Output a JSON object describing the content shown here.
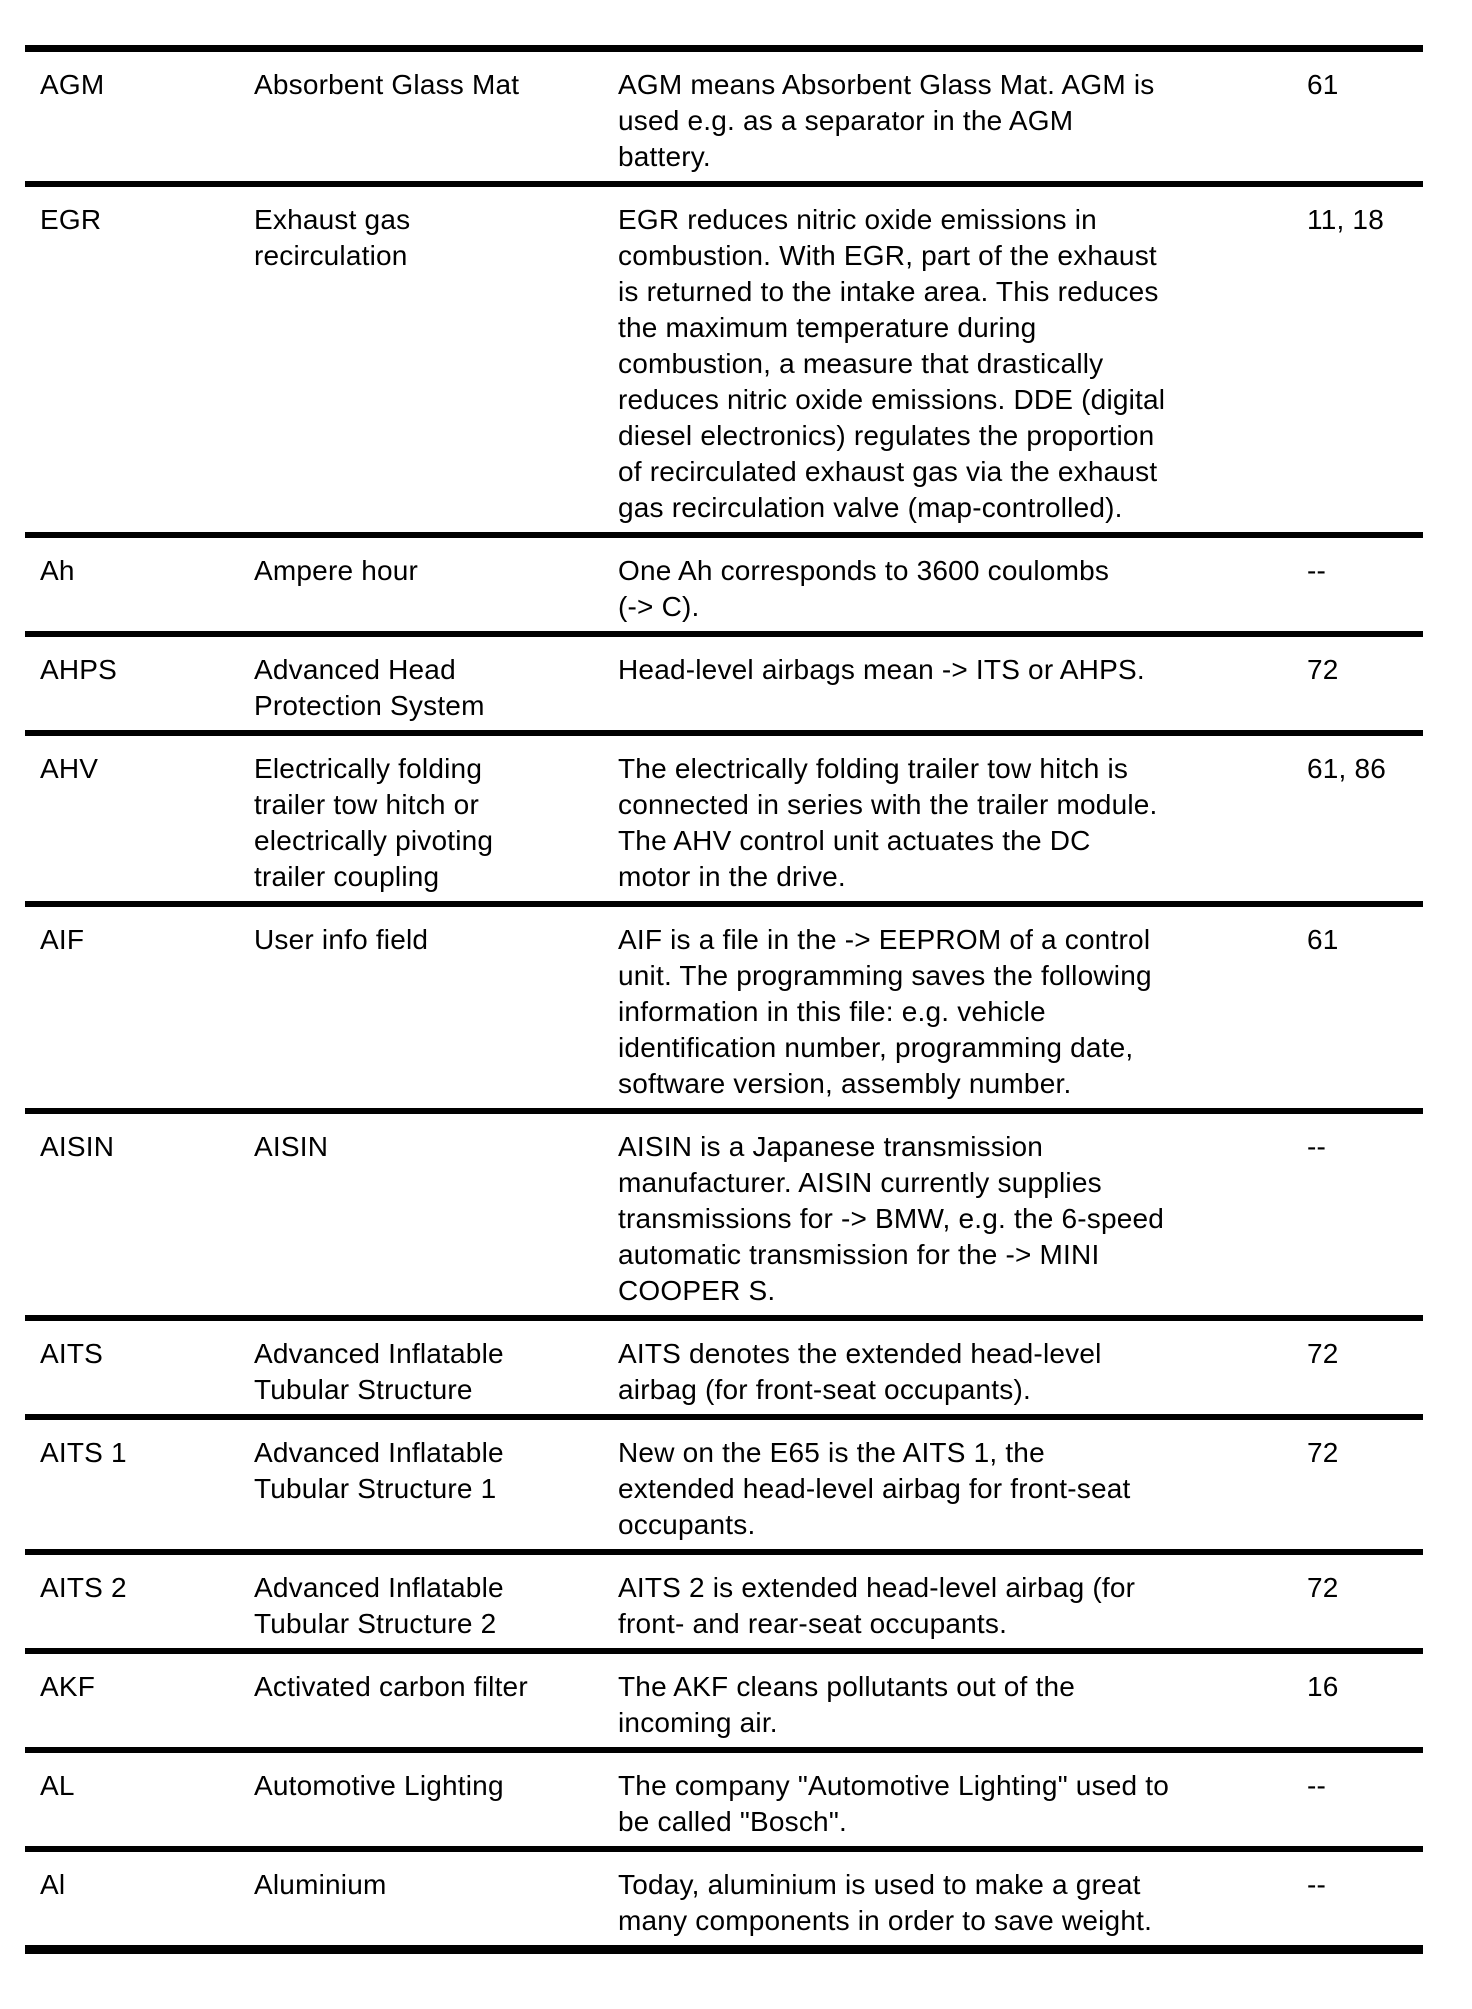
{
  "table": {
    "rows": [
      {
        "abbr": "AGM",
        "name": "Absorbent Glass Mat",
        "desc": "AGM means Absorbent Glass Mat. AGM is\nused e.g. as a separator in the AGM\nbattery.",
        "pages": "61"
      },
      {
        "abbr": "EGR",
        "name": "Exhaust gas\nrecirculation",
        "desc": "EGR reduces nitric oxide emissions in\ncombustion. With EGR, part of the exhaust\nis returned to the intake area. This reduces\nthe maximum temperature during\ncombustion, a measure that drastically\nreduces nitric oxide emissions. DDE (digital\ndiesel electronics) regulates the proportion\nof recirculated exhaust gas via the exhaust\ngas recirculation valve (map-controlled).",
        "pages": "11, 18"
      },
      {
        "abbr": "Ah",
        "name": "Ampere hour",
        "desc": "One Ah corresponds to 3600 coulombs\n(-> C).",
        "pages": "--"
      },
      {
        "abbr": "AHPS",
        "name": "Advanced Head\nProtection System",
        "desc": "Head-level airbags mean -> ITS or AHPS.",
        "pages": "72"
      },
      {
        "abbr": "AHV",
        "name": "Electrically folding\ntrailer tow hitch or\nelectrically pivoting\ntrailer coupling",
        "desc": "The electrically folding trailer tow hitch is\nconnected in series with the trailer module.\nThe AHV control unit actuates the DC\nmotor in the drive.",
        "pages": "61, 86"
      },
      {
        "abbr": "AIF",
        "name": "User info field",
        "desc": "AIF is a file in the -> EEPROM of a control\nunit. The programming saves the following\ninformation in this file: e.g. vehicle\nidentification number, programming date,\nsoftware version, assembly number.",
        "pages": "61"
      },
      {
        "abbr": "AISIN",
        "name": "AISIN",
        "desc": "AISIN is a Japanese transmission\nmanufacturer. AISIN currently supplies\ntransmissions for -> BMW, e.g. the 6-speed\nautomatic transmission for the -> MINI\nCOOPER S.",
        "pages": "--"
      },
      {
        "abbr": "AITS",
        "name": "Advanced Inflatable\nTubular Structure",
        "desc": "AITS denotes the extended head-level\nairbag (for front-seat occupants).",
        "pages": "72"
      },
      {
        "abbr": "AITS 1",
        "name": "Advanced Inflatable\nTubular Structure 1",
        "desc": "New on the E65 is the AITS 1, the\nextended head-level airbag for front-seat\noccupants.",
        "pages": "72"
      },
      {
        "abbr": "AITS 2",
        "name": "Advanced Inflatable\nTubular Structure 2",
        "desc": "AITS 2 is extended head-level airbag (for\nfront- and rear-seat occupants.",
        "pages": "72"
      },
      {
        "abbr": "AKF",
        "name": "Activated carbon filter",
        "desc": "The AKF cleans pollutants out of the\nincoming air.",
        "pages": "16"
      },
      {
        "abbr": "AL",
        "name": "Automotive Lighting",
        "desc": "The company \"Automotive Lighting\" used to\nbe called \"Bosch\".",
        "pages": "--"
      },
      {
        "abbr": "Al",
        "name": "Aluminium",
        "desc": "Today, aluminium is used to make a great\nmany components in order to save weight.",
        "pages": "--"
      }
    ]
  }
}
